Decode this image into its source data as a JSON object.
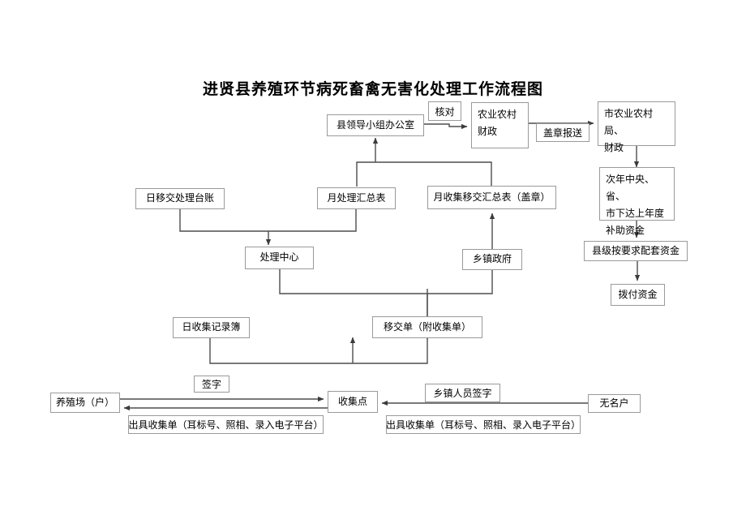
{
  "page": {
    "title": "进贤县养殖环节病死畜禽无害化处理工作流程图",
    "background_color": "#ffffff",
    "line_color": "#4d4d4d",
    "box_border_color": "#9a9a9a"
  },
  "nodes": {
    "county_leading_group_office": "县领导小组办公室",
    "agri_finance": {
      "line1": "农业农村",
      "line2": "财政"
    },
    "city_agri_bureau_finance": {
      "line1": "市农业农村局、",
      "line2": "财政"
    },
    "next_year_subsidy": {
      "line1": "次年中央、省、",
      "line2": "市下达上年度",
      "line3": "补助资金"
    },
    "county_matching_funds": "县级按要求配套资金",
    "disburse_funds": "拨付资金",
    "daily_transfer_ledger": "日移交处理台账",
    "monthly_treatment_summary": "月处理汇总表",
    "monthly_collection_transfer_summary": "月收集移交汇总表（盖章）",
    "treatment_center": "处理中心",
    "township_government": "乡镇政府",
    "daily_collection_record": "日收集记录簿",
    "transfer_form": "移交单（附收集单）",
    "farm_household": "养殖场（户）",
    "collection_point": "收集点",
    "unnamed_household": "无名户"
  },
  "edge_labels": {
    "verify": "核对",
    "stamp_and_submit": "盖章报送",
    "signature": "签字",
    "issue_collection_form_left": "出具收集单（耳标号、照相、录入电子平台）",
    "township_staff_signature": "乡镇人员签字",
    "issue_collection_form_right": "出具收集单（耳标号、照相、录入电子平台）"
  }
}
